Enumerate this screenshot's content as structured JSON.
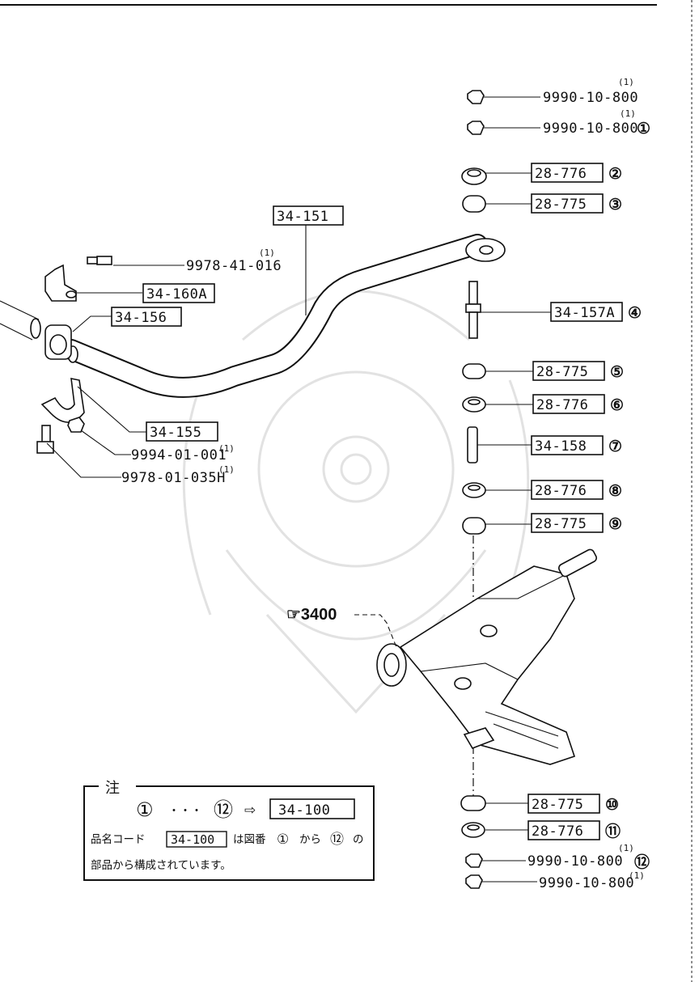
{
  "diagram": {
    "fig_ref": "☞3400",
    "sup_mark": "(1)",
    "labels": {
      "p_nut_top": "9990-10-800",
      "p_nut1": "9990-10-800",
      "p_2": "28-776",
      "p_3": "28-775",
      "p_bar": "34-151",
      "p_bolt_bracket": "9978-41-016",
      "p_bracket": "34-160A",
      "p_bushing": "34-156",
      "p_4": "34-157A",
      "p_5": "28-775",
      "p_6": "28-776",
      "p_clamp": "34-155",
      "p_7": "34-158",
      "p_nut_clamp": "9994-01-001",
      "p_8": "28-776",
      "p_bolt_clamp": "9978-01-035H",
      "p_9": "28-775",
      "p_10": "28-775",
      "p_11": "28-776",
      "p_12": "9990-10-800",
      "p_nut_bottom": "9990-10-800"
    },
    "callouts": [
      "①",
      "②",
      "③",
      "④",
      "⑤",
      "⑥",
      "⑦",
      "⑧",
      "⑨",
      "⑩",
      "⑪",
      "⑫"
    ]
  },
  "note": {
    "title": "注",
    "range_start": "①",
    "range_dots": "・・・",
    "range_end": "⑫",
    "arrow": "⇨",
    "assembly_code": "34-100",
    "line1_a": "品名コード",
    "line1_code": "34-100",
    "line1_b": "は図番",
    "line1_c": "①",
    "line1_d": "から",
    "line1_e": "⑫",
    "line1_f": "の",
    "line2": "部品から構成されています。"
  }
}
